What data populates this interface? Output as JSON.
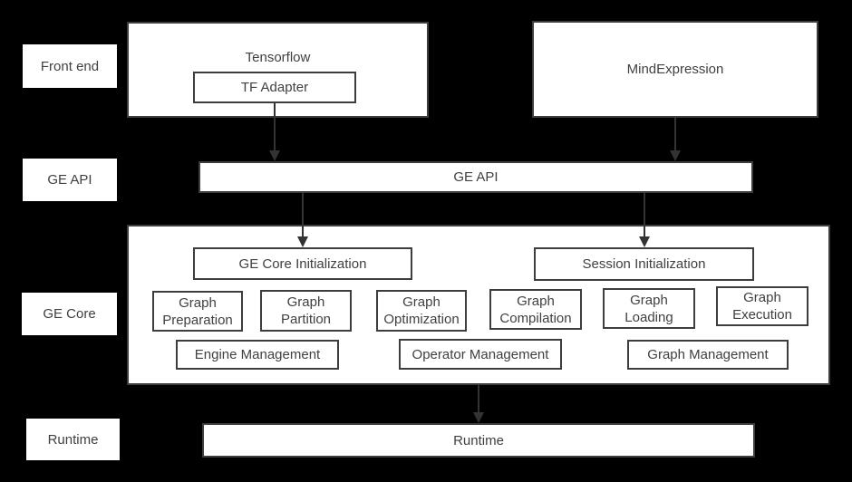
{
  "colors": {
    "background": "#000000",
    "box_fill": "#ffffff",
    "box_border": "#3d3d3d",
    "text": "#404040",
    "arrow": "#333333"
  },
  "row_labels": {
    "front_end": "Front end",
    "ge_api": "GE API",
    "ge_core": "GE Core",
    "runtime": "Runtime"
  },
  "front_end_row": {
    "tensorflow": "Tensorflow",
    "tf_adapter": "TF Adapter",
    "mind_expression": "MindExpression"
  },
  "ge_api_bar": "GE API",
  "ge_core_box": {
    "init": [
      "GE Core Initialization",
      "Session Initialization"
    ],
    "stages": [
      "Graph Preparation",
      "Graph Partition",
      "Graph Optimization",
      "Graph Compilation",
      "Graph Loading",
      "Graph Execution"
    ],
    "management": [
      "Engine Management",
      "Operator Management",
      "Graph Management"
    ]
  },
  "runtime_bar": "Runtime"
}
